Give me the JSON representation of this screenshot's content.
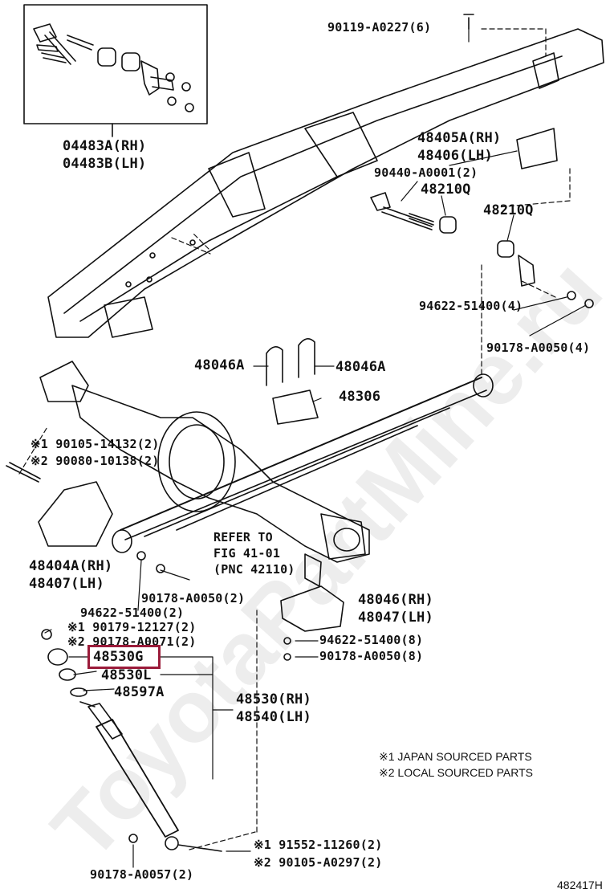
{
  "watermark": "ToyotaPartMine.ru",
  "highlight_color": "#9b1b3a",
  "diagram_code": "482417H",
  "refer": [
    "REFER TO",
    "FIG 41-01",
    "(PNC 42110)"
  ],
  "notes": {
    "japan": "※1 JAPAN SOURCED PARTS",
    "local": "※2 LOCAL SOURCED PARTS"
  },
  "parts": {
    "p04483a": "04483A(RH)",
    "p04483b": "04483B(LH)",
    "p90119": "90119-A0227(6)",
    "p48405a": "48405A(RH)",
    "p48406": "48406(LH)",
    "p90440": "90440-A0001(2)",
    "p48210q_1": "48210Q",
    "p48210q_2": "48210Q",
    "p94622_top": "94622-51400(4)",
    "p90178_top": "90178-A0050(4)",
    "p48046a_l": "48046A",
    "p48046a_r": "48046A",
    "p48306": "48306",
    "p90105_14132": "※1 90105-14132(2)",
    "p90080": "※2 90080-10138(2)",
    "p48404a": "48404A(RH)",
    "p48407": "48407(LH)",
    "p90178_mid": "90178-A0050(2)",
    "p94622_mid": "94622-51400(2)",
    "p90179": "※1 90179-12127(2)",
    "p90178_a0071": "※2 90178-A0071(2)",
    "p48530g": "48530G",
    "p48530l": "48530L",
    "p48597a": "48597A",
    "p48530": "48530(RH)",
    "p48540": "48540(LH)",
    "p48046": "48046(RH)",
    "p48047": "48047(LH)",
    "p94622_8": "94622-51400(8)",
    "p90178_8": "90178-A0050(8)",
    "p91552": "※1 91552-11260(2)",
    "p90105_a0297": "※2 90105-A0297(2)",
    "p90178_a0057": "90178-A0057(2)"
  }
}
